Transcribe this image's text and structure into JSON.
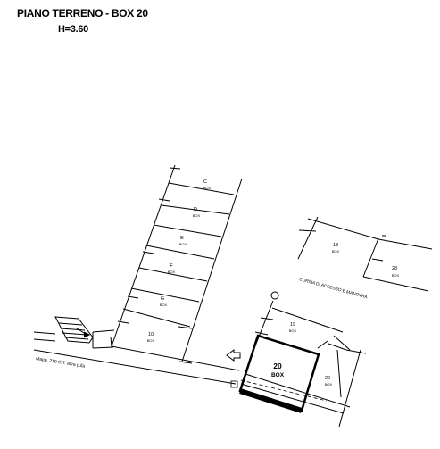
{
  "header": {
    "title": "PIANO TERRENO - BOX 20",
    "subtitle": "H=3.60"
  },
  "rooms": {
    "c": {
      "letter": "C",
      "box": "BOX"
    },
    "d": {
      "letter": "D",
      "box": "BOX"
    },
    "e": {
      "letter": "E",
      "box": "BOX"
    },
    "f": {
      "letter": "F",
      "box": "BOX"
    },
    "g": {
      "letter": "G",
      "box": "BOX"
    },
    "ten": {
      "letter": "10",
      "box": "BOX"
    },
    "r18": {
      "num": "18",
      "box": "BOX"
    },
    "r28": {
      "num": "28",
      "box": "BOX"
    },
    "r19": {
      "num": "19",
      "box": "BOX"
    },
    "r20": {
      "num": "20",
      "box": "BOX"
    },
    "r29": {
      "num": "29",
      "box": "BOX"
    }
  },
  "annotations": {
    "corsia": "CORSIA  DI  ACCESSO   E  MANOVRA",
    "mapp": "Mapp. 219 C.T. altra p.lla"
  },
  "colors": {
    "line": "#000000",
    "highlight_wall": "#000000",
    "background": "#ffffff"
  }
}
